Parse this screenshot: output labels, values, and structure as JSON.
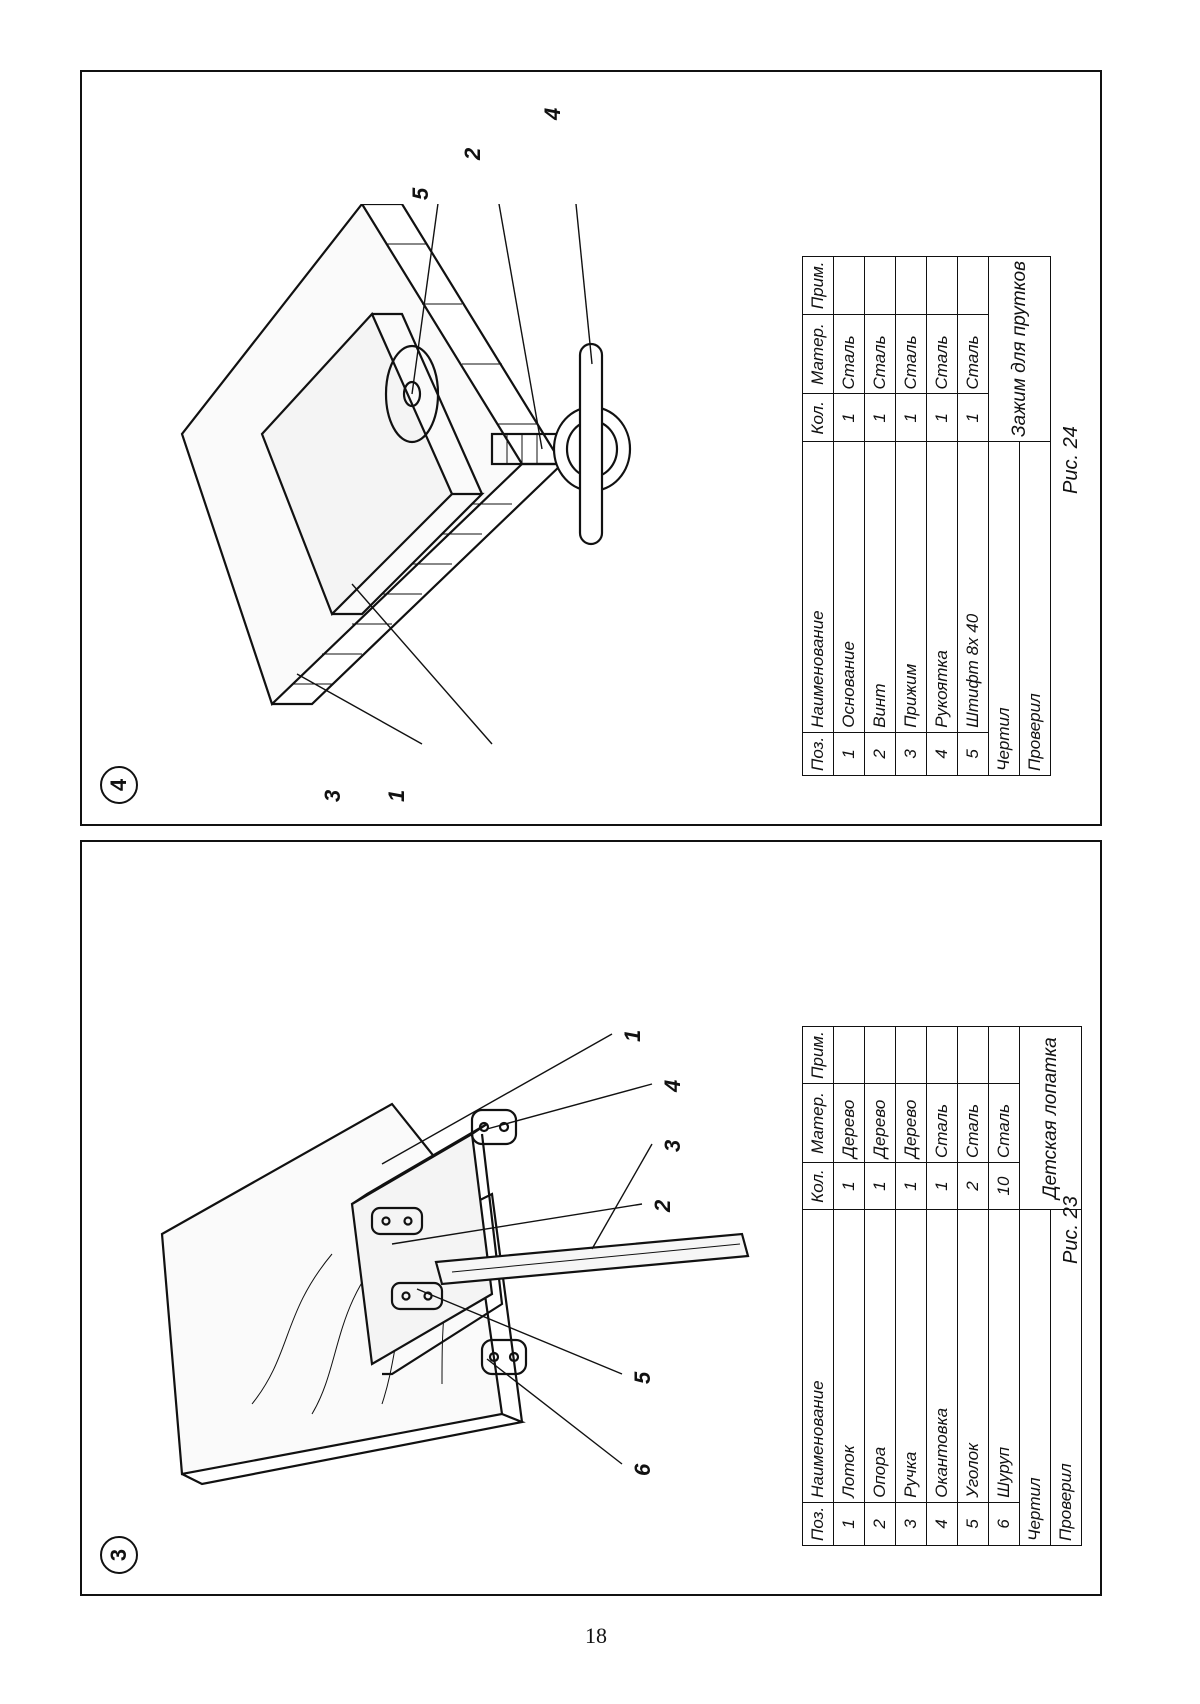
{
  "page_number": "18",
  "figure3": {
    "marker": "3",
    "caption": "Рис. 23",
    "callouts": [
      "6",
      "5",
      "2",
      "3",
      "4",
      "1"
    ],
    "table": {
      "headers": [
        "Поз.",
        "Наименование",
        "Кол.",
        "Матер.",
        "Прим."
      ],
      "rows": [
        [
          "1",
          "Лоток",
          "1",
          "Дерево",
          ""
        ],
        [
          "2",
          "Опора",
          "1",
          "Дерево",
          ""
        ],
        [
          "3",
          "Ручка",
          "1",
          "Дерево",
          ""
        ],
        [
          "4",
          "Окантовка",
          "1",
          "Сталь",
          ""
        ],
        [
          "5",
          "Уголок",
          "2",
          "Сталь",
          ""
        ],
        [
          "6",
          "Шуруп",
          "10",
          "Сталь",
          ""
        ]
      ],
      "drew_label": "Чертил",
      "checked_label": "Проверил",
      "title": "Детская лопатка"
    }
  },
  "figure4": {
    "marker": "4",
    "caption": "Рис. 24",
    "callouts": [
      "4",
      "2",
      "5",
      "3",
      "1"
    ],
    "table": {
      "headers": [
        "Поз.",
        "Наименование",
        "Кол.",
        "Матер.",
        "Прим."
      ],
      "rows": [
        [
          "1",
          "Основание",
          "1",
          "Сталь",
          ""
        ],
        [
          "2",
          "Винт",
          "1",
          "Сталь",
          ""
        ],
        [
          "3",
          "Прижим",
          "1",
          "Сталь",
          ""
        ],
        [
          "4",
          "Рукоятка",
          "1",
          "Сталь",
          ""
        ],
        [
          "5",
          "Штифт 8x 40",
          "1",
          "Сталь",
          ""
        ]
      ],
      "drew_label": "Чертил",
      "checked_label": "Проверил",
      "title": "Зажим для прутков"
    }
  }
}
